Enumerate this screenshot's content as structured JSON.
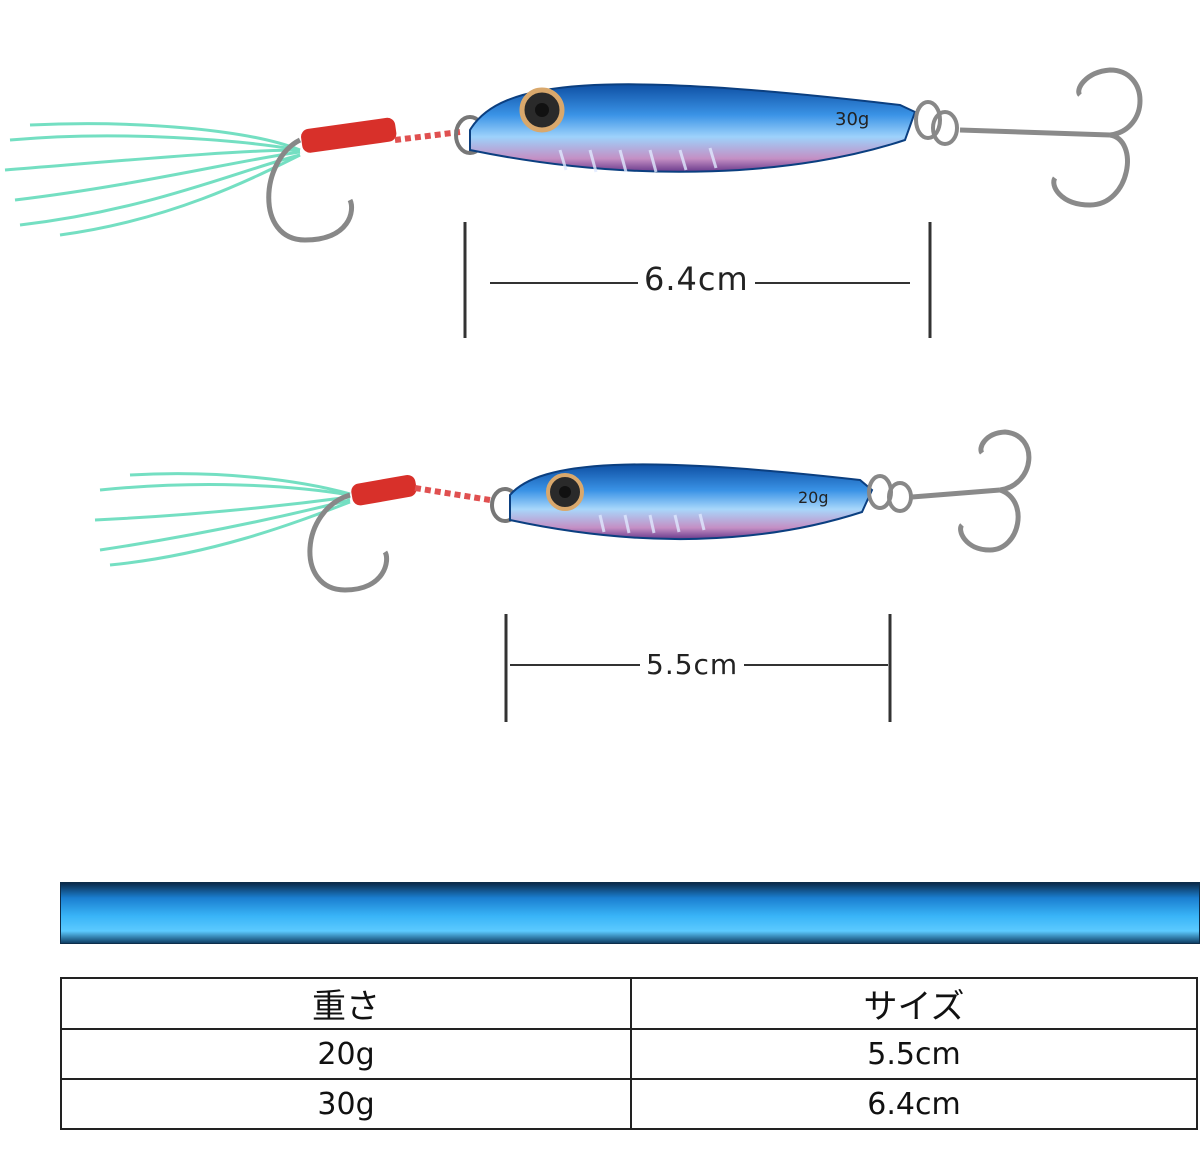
{
  "lures": [
    {
      "weight_mark": "30g",
      "length_label": "6.4cm"
    },
    {
      "weight_mark": "20g",
      "length_label": "5.5cm"
    }
  ],
  "colors": {
    "body": "#2a7fd8",
    "belly": "#c98ab8",
    "assist_wrap": "#d8302a",
    "skirt": "#5fd7b4",
    "banner": "#39b4f7"
  },
  "spec_table": {
    "headers": [
      "重さ",
      "サイズ"
    ],
    "rows": [
      [
        "20g",
        "5.5cm"
      ],
      [
        "30g",
        "6.4cm"
      ]
    ]
  }
}
